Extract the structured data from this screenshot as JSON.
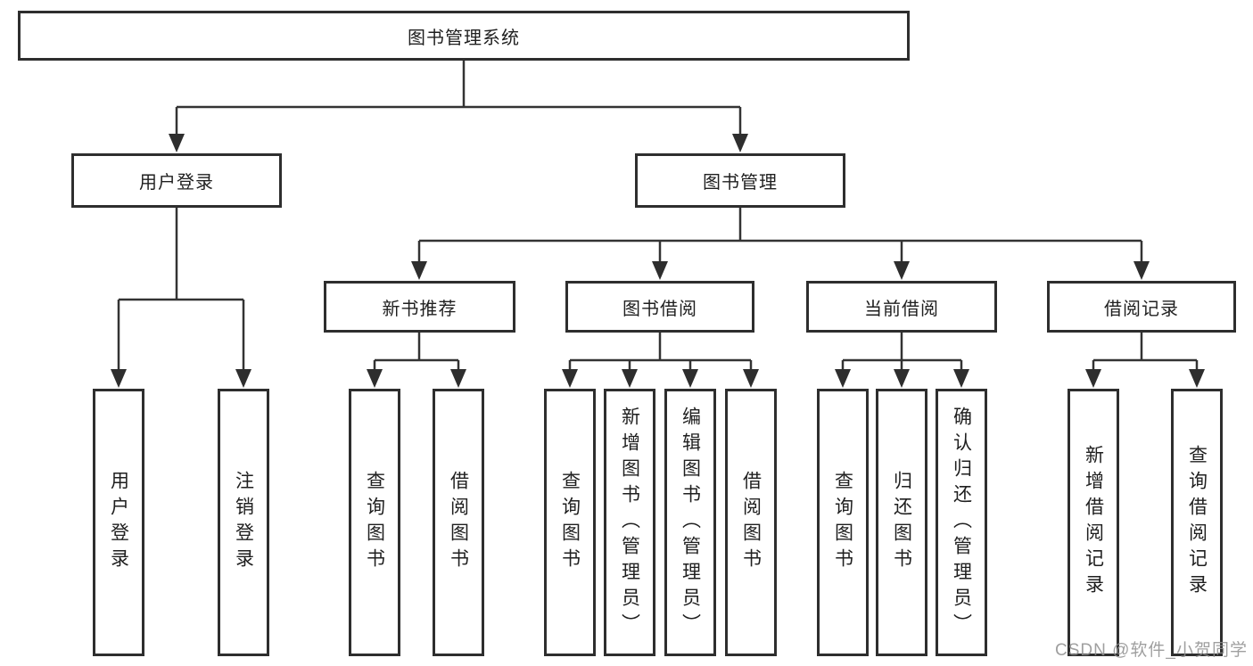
{
  "diagram": {
    "root": {
      "label": "图书管理系统"
    },
    "branches": [
      {
        "label": "用户登录",
        "children": [
          {
            "label": "用户登录"
          },
          {
            "label": "注销登录"
          }
        ]
      },
      {
        "label": "图书管理",
        "children": [
          {
            "label": "新书推荐",
            "children": [
              {
                "label": "查询图书"
              },
              {
                "label": "借阅图书"
              }
            ]
          },
          {
            "label": "图书借阅",
            "children": [
              {
                "label": "查询图书"
              },
              {
                "label": "新增图书（管理员）"
              },
              {
                "label": "编辑图书（管理员）"
              },
              {
                "label": "借阅图书"
              }
            ]
          },
          {
            "label": "当前借阅",
            "children": [
              {
                "label": "查询图书"
              },
              {
                "label": "归还图书"
              },
              {
                "label": "确认归还（管理员）"
              }
            ]
          },
          {
            "label": "借阅记录",
            "children": [
              {
                "label": "新增借阅记录"
              },
              {
                "label": "查询借阅记录"
              }
            ]
          }
        ]
      }
    ],
    "watermark": "CSDN @软件_小贺同学",
    "colors": {
      "line": "#333333",
      "box_border": "#2e2e2e",
      "text": "#1f1f1f",
      "watermark": "#8f8f8f",
      "background": "#ffffff"
    }
  }
}
